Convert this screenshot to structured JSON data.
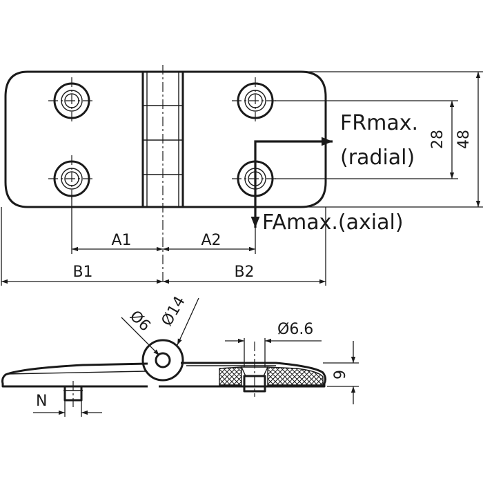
{
  "labels": {
    "a1": "A1",
    "a2": "A2",
    "b1": "B1",
    "b2": "B2",
    "dim_28": "28",
    "dim_48": "48",
    "fr_max": "FRmax.",
    "radial": "(radial)",
    "fa_max": "FAmax.(axial)",
    "dia_6": "Ø6",
    "dia_14": "Ø14",
    "dia_6_6": "Ø6.6",
    "dim_9": "9",
    "n": "N"
  },
  "colors": {
    "line": "#1a1a1a",
    "background": "#ffffff"
  }
}
